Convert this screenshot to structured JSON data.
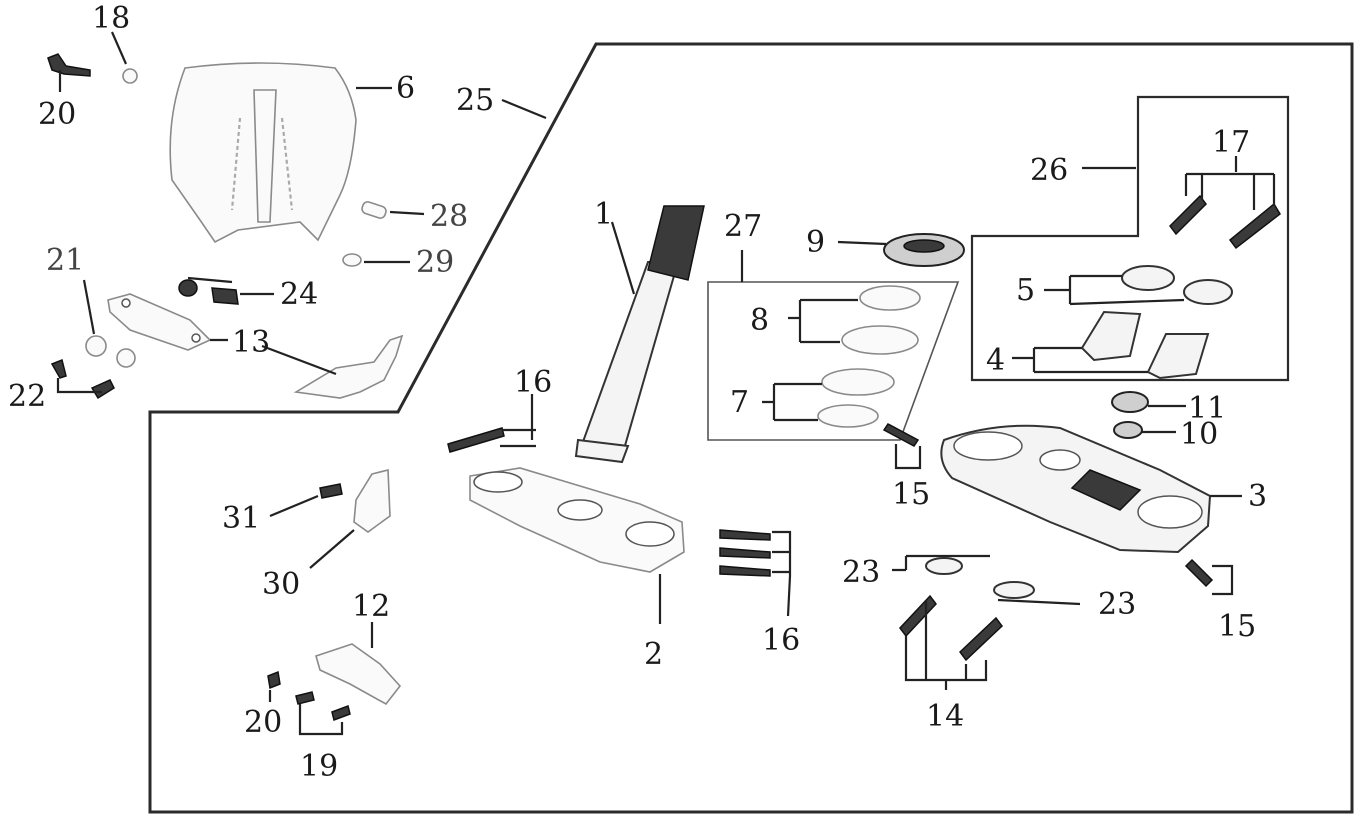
{
  "diagram": {
    "labels": [
      {
        "id": "lbl-18",
        "text": "18"
      },
      {
        "id": "lbl-20a",
        "text": "20"
      },
      {
        "id": "lbl-6",
        "text": "6"
      },
      {
        "id": "lbl-25",
        "text": "25"
      },
      {
        "id": "lbl-28",
        "text": "28"
      },
      {
        "id": "lbl-29",
        "text": "29"
      },
      {
        "id": "lbl-21",
        "text": "21"
      },
      {
        "id": "lbl-24",
        "text": "24"
      },
      {
        "id": "lbl-13",
        "text": "13"
      },
      {
        "id": "lbl-22",
        "text": "22"
      },
      {
        "id": "lbl-1",
        "text": "1"
      },
      {
        "id": "lbl-27",
        "text": "27"
      },
      {
        "id": "lbl-9",
        "text": "9"
      },
      {
        "id": "lbl-26",
        "text": "26"
      },
      {
        "id": "lbl-17",
        "text": "17"
      },
      {
        "id": "lbl-8",
        "text": "8"
      },
      {
        "id": "lbl-5",
        "text": "5"
      },
      {
        "id": "lbl-4",
        "text": "4"
      },
      {
        "id": "lbl-7",
        "text": "7"
      },
      {
        "id": "lbl-16a",
        "text": "16"
      },
      {
        "id": "lbl-11",
        "text": "11"
      },
      {
        "id": "lbl-10",
        "text": "10"
      },
      {
        "id": "lbl-15a",
        "text": "15"
      },
      {
        "id": "lbl-3",
        "text": "3"
      },
      {
        "id": "lbl-31",
        "text": "31"
      },
      {
        "id": "lbl-30",
        "text": "30"
      },
      {
        "id": "lbl-23a",
        "text": "23"
      },
      {
        "id": "lbl-23b",
        "text": "23"
      },
      {
        "id": "lbl-15b",
        "text": "15"
      },
      {
        "id": "lbl-12",
        "text": "12"
      },
      {
        "id": "lbl-2",
        "text": "2"
      },
      {
        "id": "lbl-16b",
        "text": "16"
      },
      {
        "id": "lbl-20b",
        "text": "20"
      },
      {
        "id": "lbl-19",
        "text": "19"
      },
      {
        "id": "lbl-14",
        "text": "14"
      }
    ]
  }
}
